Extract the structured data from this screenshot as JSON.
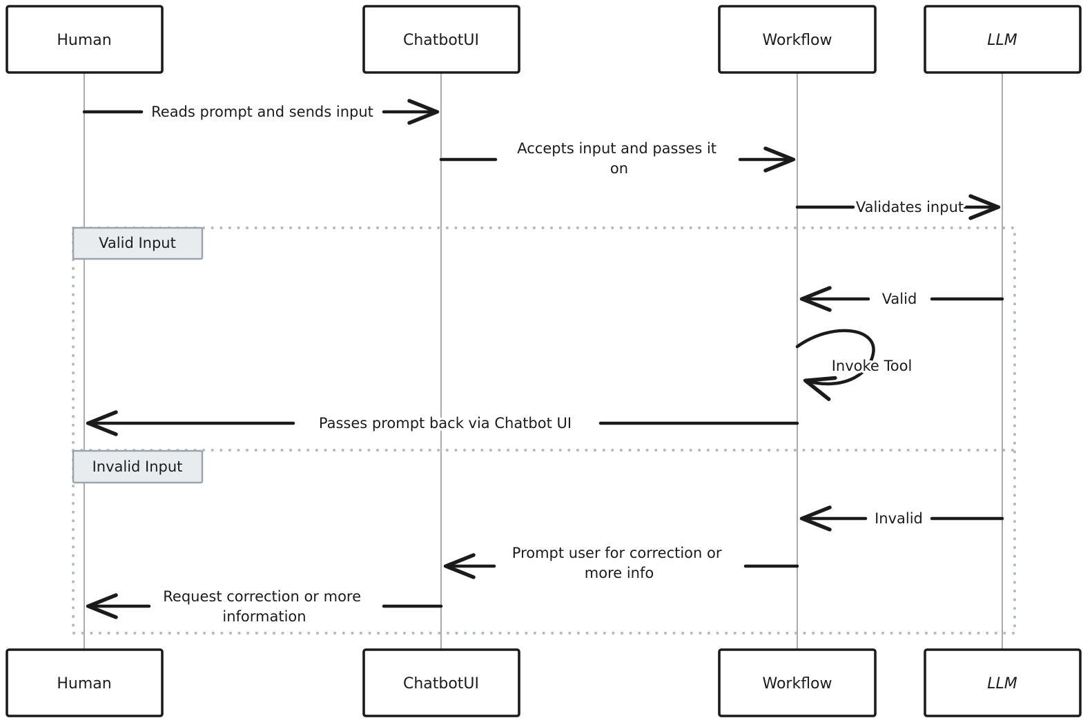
{
  "diagram": {
    "type": "sequence-diagram",
    "participants": [
      {
        "id": "human",
        "label": "Human"
      },
      {
        "id": "chatbotui",
        "label": "ChatbotUI"
      },
      {
        "id": "workflow",
        "label": "Workflow"
      },
      {
        "id": "llm",
        "label": "LLM"
      }
    ],
    "frames": [
      {
        "label": "Valid Input"
      },
      {
        "label": "Invalid Input"
      }
    ],
    "messages": [
      {
        "from": "Human",
        "to": "ChatbotUI",
        "label": "Reads prompt and sends input",
        "lines": [
          "Reads prompt and sends input"
        ]
      },
      {
        "from": "ChatbotUI",
        "to": "Workflow",
        "label": "Accepts input and passes it on",
        "lines": [
          "Accepts input and passes it",
          "on"
        ]
      },
      {
        "from": "Workflow",
        "to": "LLM",
        "label": "Validates input",
        "lines": [
          "Validates input"
        ]
      },
      {
        "from": "LLM",
        "to": "Workflow",
        "label": "Valid",
        "frame": "Valid Input",
        "lines": [
          "Valid"
        ]
      },
      {
        "from": "Workflow",
        "to": "Workflow",
        "label": "Invoke Tool",
        "frame": "Valid Input",
        "lines": [
          "Invoke Tool"
        ]
      },
      {
        "from": "Workflow",
        "to": "Human",
        "label": "Passes prompt back via Chatbot UI",
        "frame": "Valid Input",
        "lines": [
          "Passes prompt back via Chatbot UI"
        ]
      },
      {
        "from": "LLM",
        "to": "Workflow",
        "label": "Invalid",
        "frame": "Invalid Input",
        "lines": [
          "Invalid"
        ]
      },
      {
        "from": "Workflow",
        "to": "ChatbotUI",
        "label": "Prompt user for correction or more info",
        "frame": "Invalid Input",
        "lines": [
          "Prompt user for correction or",
          "more info"
        ]
      },
      {
        "from": "ChatbotUI",
        "to": "Human",
        "label": "Request correction or more information",
        "frame": "Invalid Input",
        "lines": [
          "Request correction or more",
          "information"
        ]
      }
    ],
    "colors": {
      "ink": "#1b1b1b",
      "background": "#ffffff",
      "lifeline": "#9c9c9c",
      "frame_border": "#b2bac1",
      "frame_label_fill": "#e9ecee",
      "frame_label_border": "#99a3ab"
    }
  }
}
